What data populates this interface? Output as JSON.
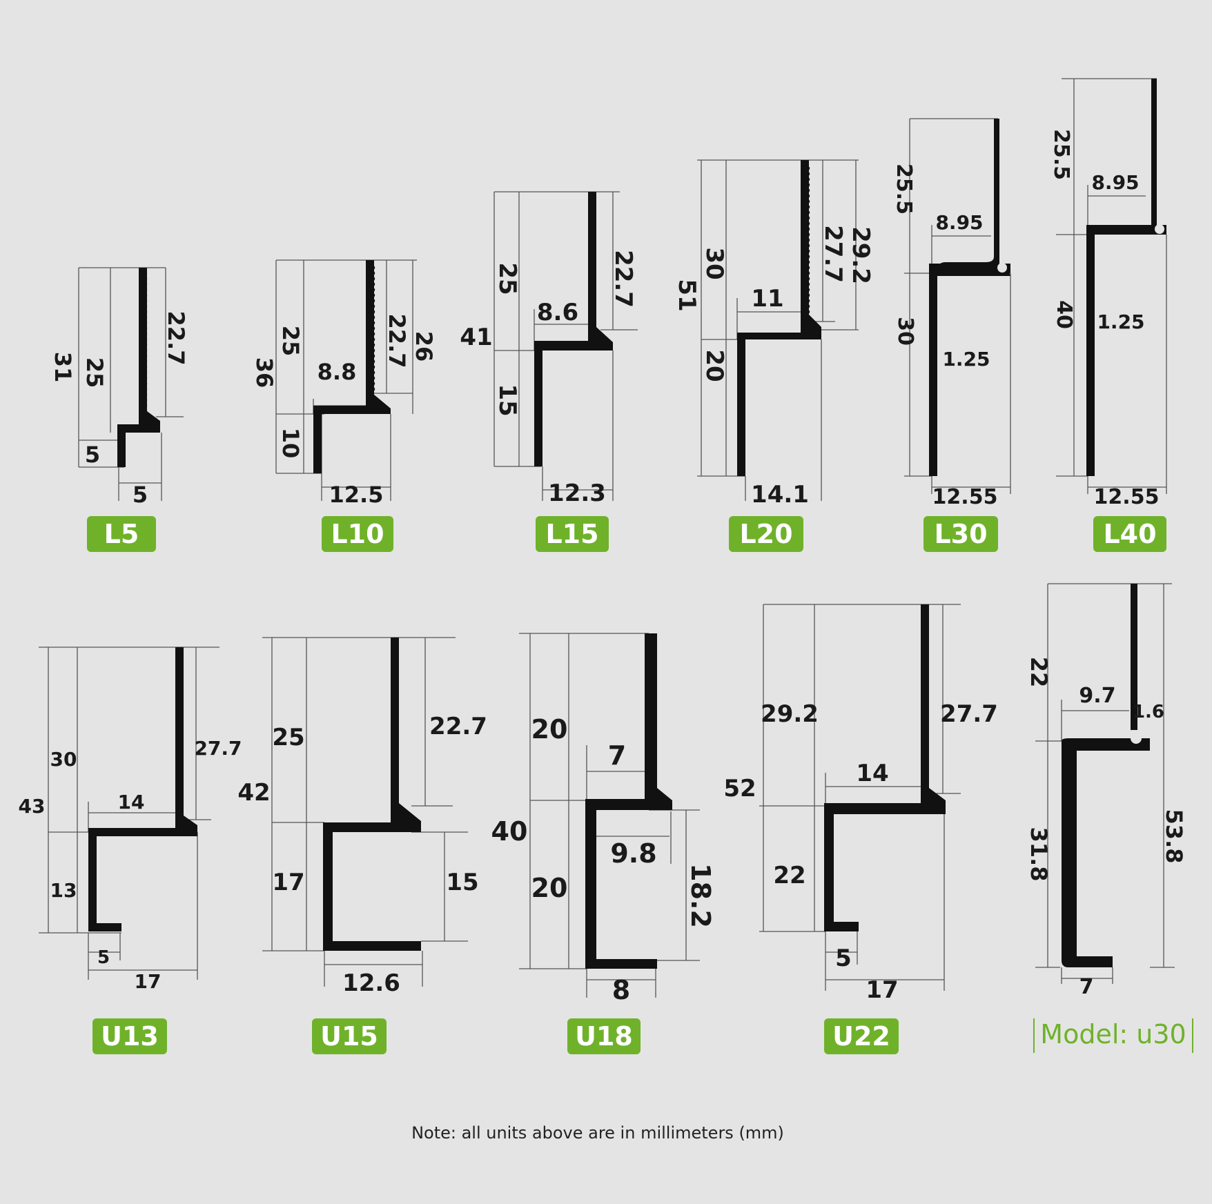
{
  "colors": {
    "background": "#e4e4e4",
    "profile": "#111111",
    "line": "#555555",
    "badge": "#6fb22a",
    "badge_text": "#ffffff"
  },
  "note": "Note: all units above are in millimeters (mm)",
  "profiles": [
    {
      "id": "l5",
      "badge": "L5",
      "dims": [
        "31",
        "25",
        "22.7",
        "5",
        "5"
      ]
    },
    {
      "id": "l10",
      "badge": "L10",
      "dims": [
        "36",
        "25",
        "10",
        "8.8",
        "22.7",
        "26",
        "12.5"
      ]
    },
    {
      "id": "l15",
      "badge": "L15",
      "dims": [
        "41",
        "25",
        "15",
        "8.6",
        "22.7",
        "12.3"
      ]
    },
    {
      "id": "l20",
      "badge": "L20",
      "dims": [
        "51",
        "30",
        "20",
        "11",
        "27.7",
        "29.2",
        "14.1"
      ]
    },
    {
      "id": "l30",
      "badge": "L30",
      "dims": [
        "25.5",
        "30",
        "8.95",
        "1.25",
        "12.55"
      ]
    },
    {
      "id": "l40",
      "badge": "L40",
      "dims": [
        "25.5",
        "40",
        "8.95",
        "1.25",
        "12.55"
      ]
    },
    {
      "id": "u13",
      "badge": "U13",
      "dims": [
        "43",
        "30",
        "13",
        "14",
        "27.7",
        "5",
        "17"
      ]
    },
    {
      "id": "u15",
      "badge": "U15",
      "dims": [
        "42",
        "25",
        "17",
        "22.7",
        "15",
        "12.6"
      ]
    },
    {
      "id": "u18",
      "badge": "U18",
      "dims": [
        "40",
        "20",
        "20",
        "7",
        "9.8",
        "18.2",
        "8"
      ]
    },
    {
      "id": "u22",
      "badge": "U22",
      "dims": [
        "52",
        "29.2",
        "22",
        "14",
        "27.7",
        "5",
        "17"
      ]
    },
    {
      "id": "u30",
      "badge": "Model: u30",
      "dims": [
        "22",
        "9.7",
        "1.6",
        "31.8",
        "53.8",
        "7"
      ]
    }
  ]
}
